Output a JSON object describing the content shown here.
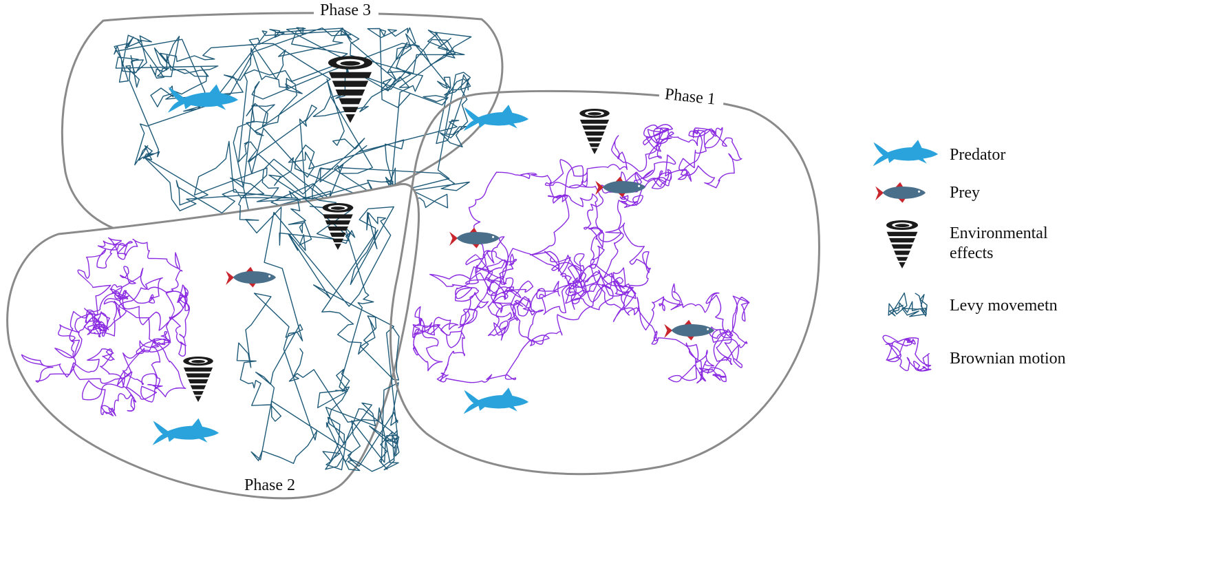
{
  "colors": {
    "predator": "#2aa3dc",
    "prey_body": "#4a6f8a",
    "prey_fins": "#c8262c",
    "environment": "#1b1b1b",
    "levy": "#1e5a78",
    "brownian": "#8a2be2"
  },
  "phases": {
    "phase1": "Phase 1",
    "phase2": "Phase 2",
    "phase3": "Phase 3"
  },
  "legend": {
    "predator": "Predator",
    "prey": "Prey",
    "environment_line1": "Environmental",
    "environment_line2": "effects",
    "levy": "Levy movemetn",
    "brownian": "Brownian motion"
  },
  "icons": {
    "predator": "shark-icon",
    "prey": "fish-icon",
    "environment": "tornado-icon",
    "levy": "levy-path-icon",
    "brownian": "brownian-path-icon"
  }
}
